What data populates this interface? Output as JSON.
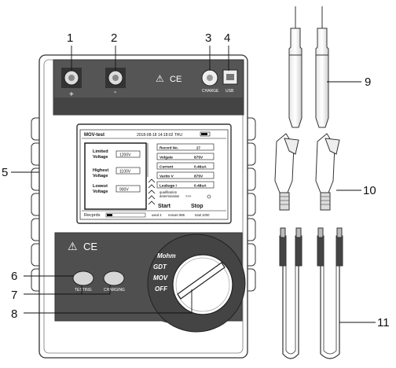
{
  "callouts": {
    "n1": "1",
    "n2": "2",
    "n3": "3",
    "n4": "4",
    "n5": "5",
    "n6": "6",
    "n7": "7",
    "n8": "8",
    "n9": "9",
    "n10": "10",
    "n11": "11"
  },
  "top_panel": {
    "plus": "+",
    "minus": "-",
    "warning": "⚠",
    "ce": "CE",
    "charge": "CHARGE",
    "usb": "USB"
  },
  "screen": {
    "app_name": "MOV-test",
    "datetime": "2018-08-18  14:18:02  THU",
    "limited_label_1": "Limited",
    "limited_label_2": "Voltage",
    "limited_value": "1200V",
    "highest_label_1": "Highest",
    "highest_label_2": "Voltage",
    "highest_value": "1100V",
    "lowest_label_1": "Lowest",
    "lowest_label_2": "Voltage",
    "lowest_value": "900V",
    "record_label": "Record No.",
    "record_value": "27",
    "volgate_label": "Volgate",
    "volgate_value": "875V",
    "current_label": "Current",
    "current_value": "0.46uA",
    "varito_label": "Varito V",
    "varito_value": "875V",
    "leakage_label": "Leakage I",
    "leakage_value": "0.48uA",
    "qual_1": "qualification",
    "qual_2": "determination",
    "qual_arrow": ">>>",
    "start": "Start",
    "stop": "Stop",
    "records_label": "Recprds",
    "used": "used 4",
    "remain": "remain 996",
    "total": "total 1000"
  },
  "lower_panel": {
    "warning": "⚠",
    "ce": "CE",
    "testing": "TESTING",
    "charging": "CHARGING"
  },
  "knob": {
    "pos1": "Mohm",
    "pos2": "GDT",
    "pos3": "MOV",
    "pos4": "OFF"
  }
}
